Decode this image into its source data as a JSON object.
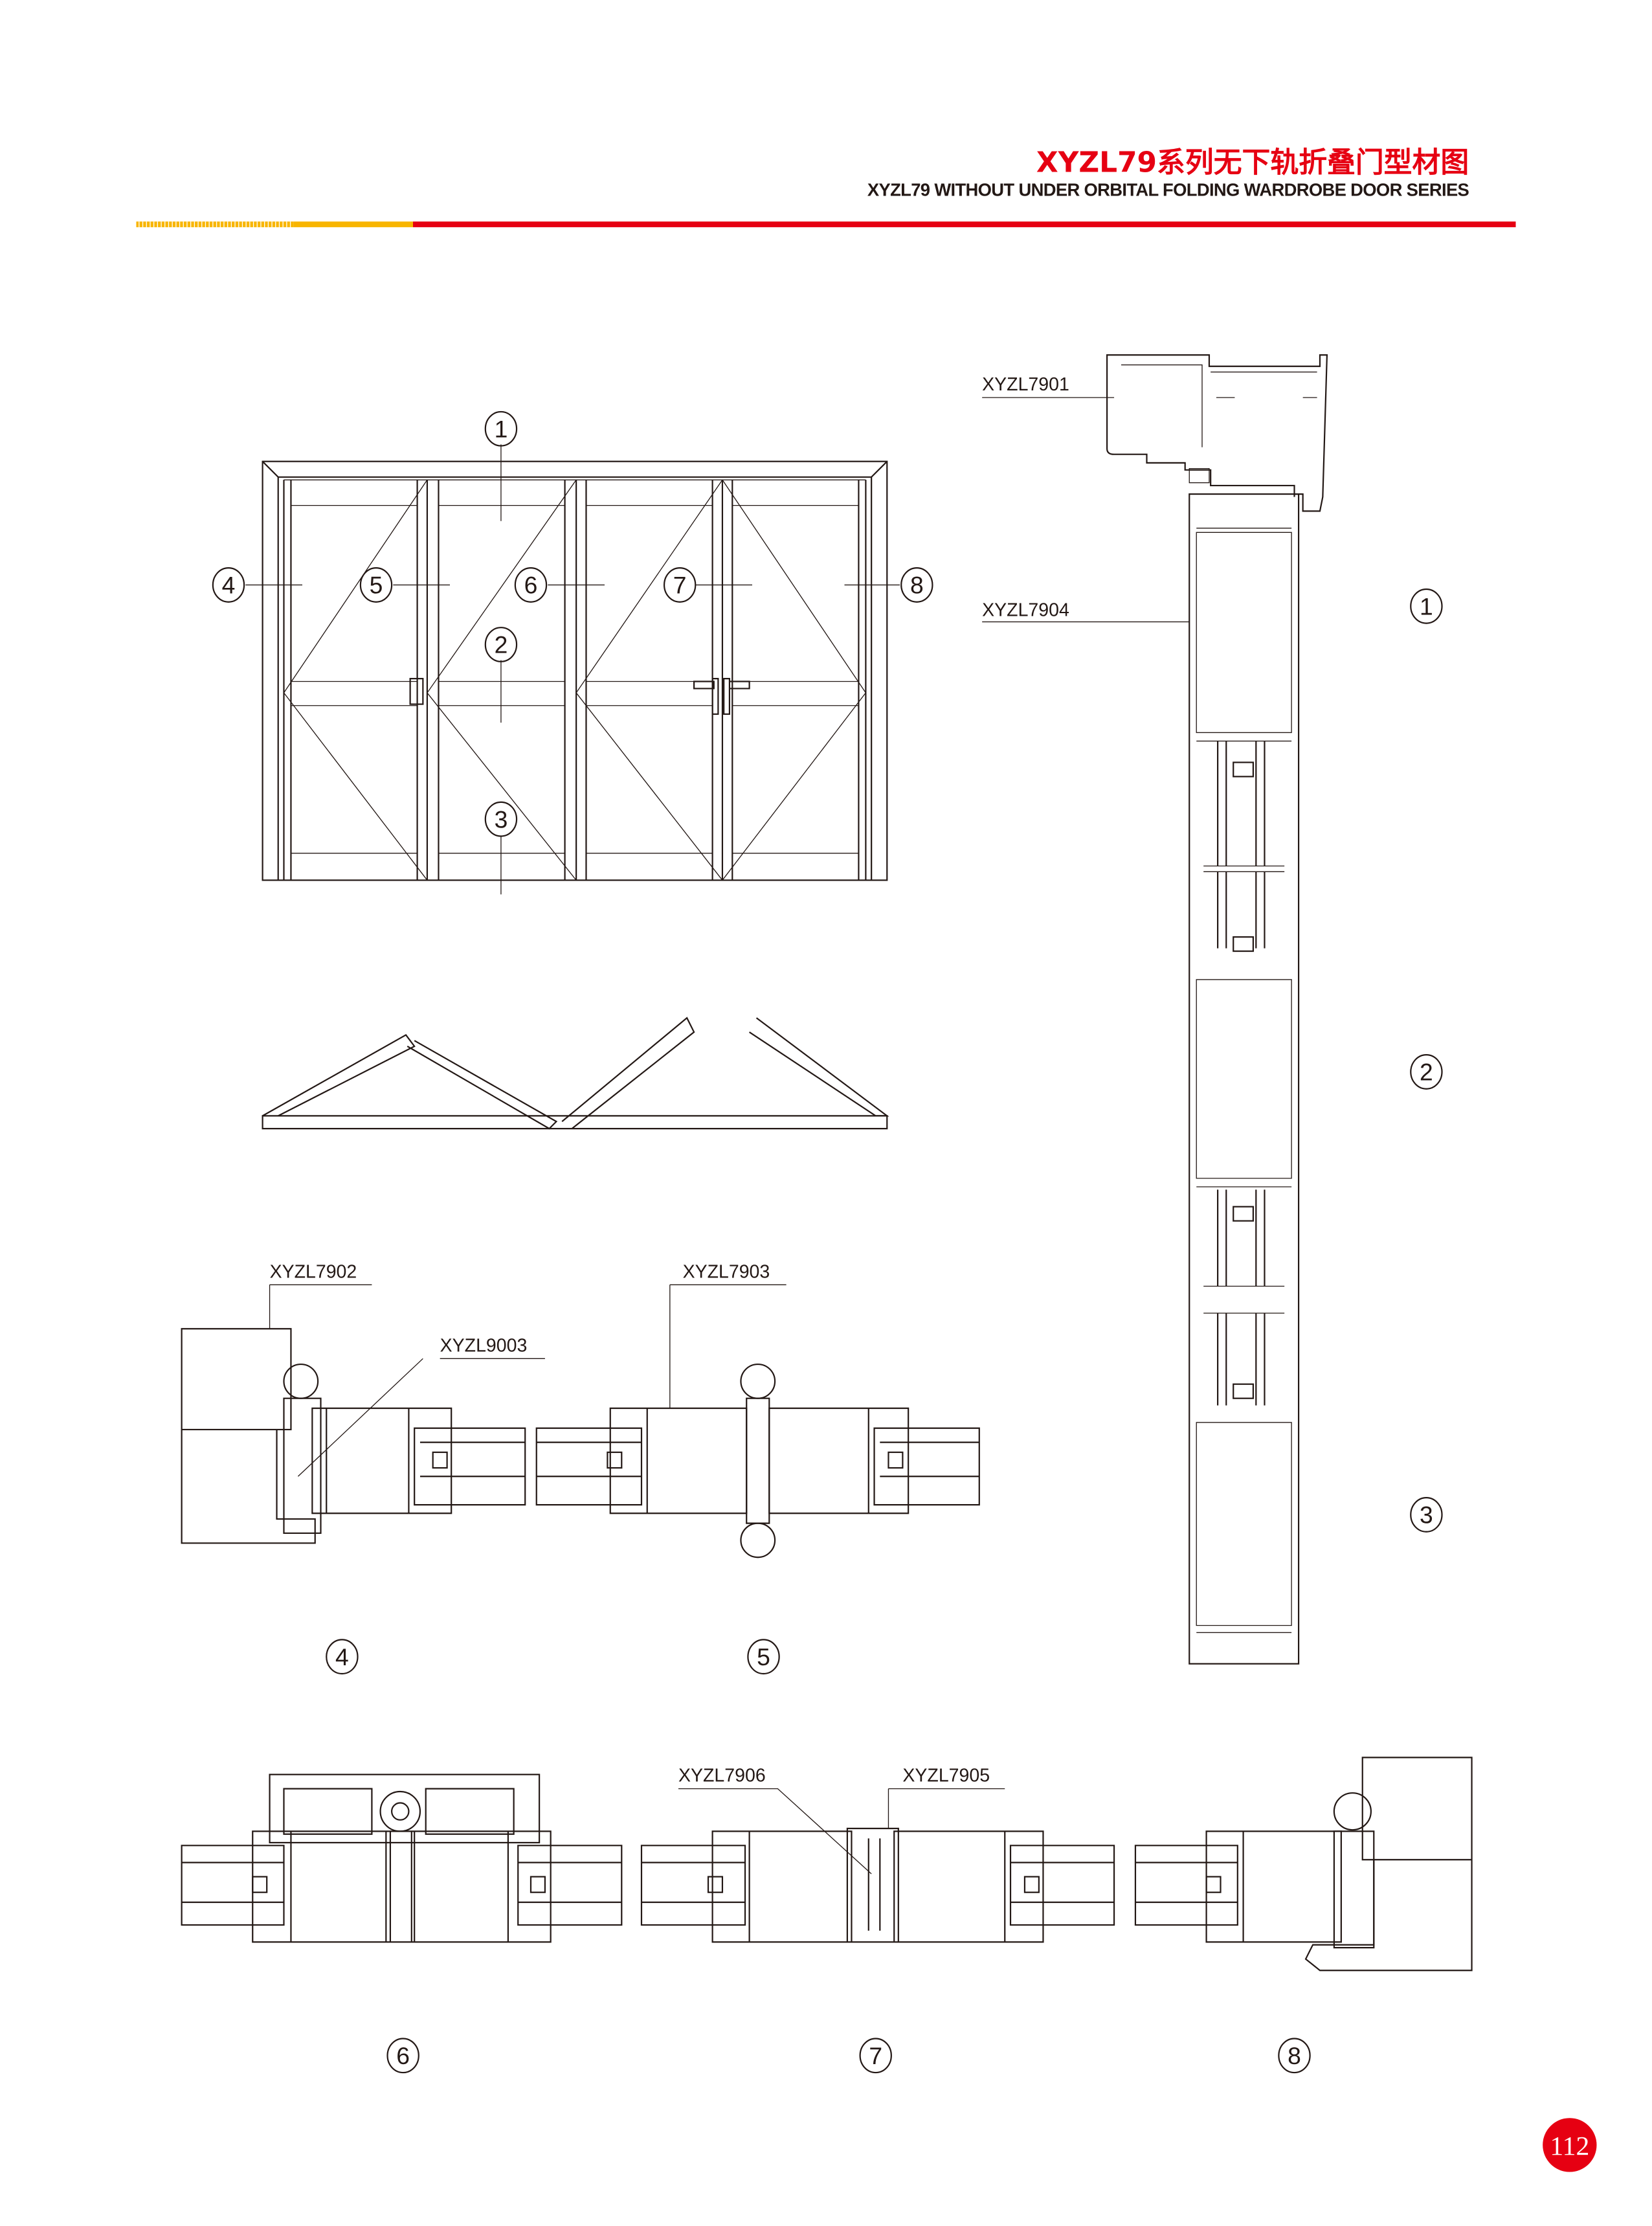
{
  "header": {
    "title_cn": "XYZL79系列无下轨折叠门型材图",
    "title_en": "XYZL79 WITHOUT UNDER ORBITAL FOLDING WARDROBE DOOR SERIES",
    "accent_red": "#e60012",
    "accent_yellow": "#f8b500"
  },
  "elevation": {
    "callouts": [
      "1",
      "2",
      "3",
      "4",
      "5",
      "6",
      "7",
      "8"
    ]
  },
  "vertical_section": {
    "labels": [
      "XYZL7901",
      "XYZL7904"
    ],
    "callouts": [
      "1",
      "2",
      "3"
    ]
  },
  "horizontal_sections": {
    "labels": {
      "s4_a": "XYZL7902",
      "s4_b": "XYZL9003",
      "s5": "XYZL7903",
      "s7_a": "XYZL7906",
      "s7_b": "XYZL7905"
    },
    "callouts": [
      "4",
      "5",
      "6",
      "7",
      "8"
    ]
  },
  "page_number": "112"
}
